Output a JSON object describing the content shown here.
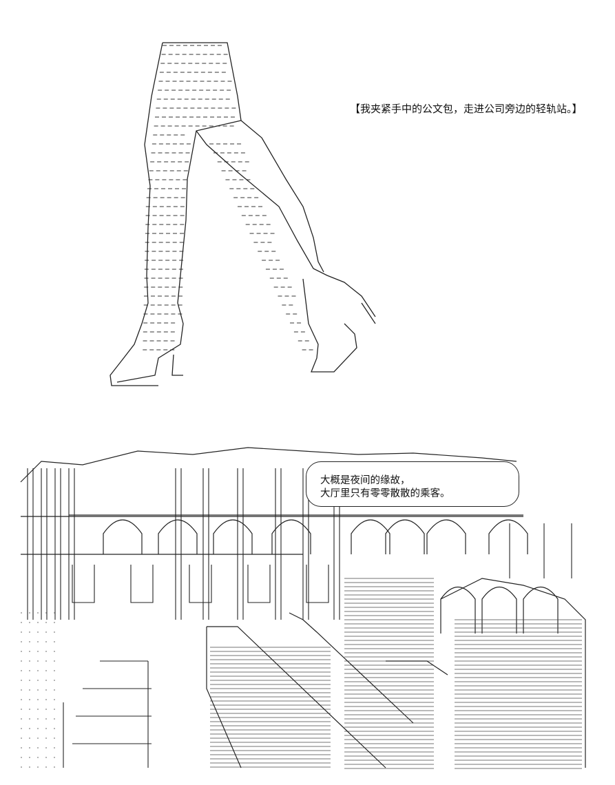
{
  "caption_top": "【我夹紧手中的公文包，走进公司旁边的轻轨站。】",
  "speech_bubble": {
    "line1": "大概是夜间的缘故，",
    "line2": "大厅里只有零零散散的乘客。"
  },
  "ink_color": "#222222"
}
